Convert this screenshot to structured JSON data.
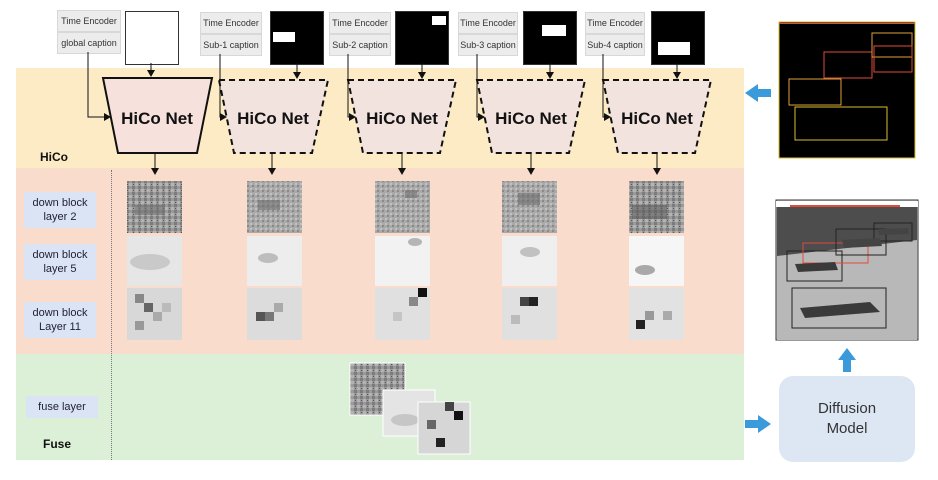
{
  "bands": {
    "hico_title": "HiCo",
    "fuse_title": "Fuse"
  },
  "branches": [
    {
      "encoder": "Time Encoder",
      "caption": "global caption",
      "net": "HiCo Net"
    },
    {
      "encoder": "Time Encoder",
      "caption": "Sub-1 caption",
      "net": "HiCo Net"
    },
    {
      "encoder": "Time Encoder",
      "caption": "Sub-2 caption",
      "net": "HiCo Net"
    },
    {
      "encoder": "Time Encoder",
      "caption": "Sub-3 caption",
      "net": "HiCo Net"
    },
    {
      "encoder": "Time Encoder",
      "caption": "Sub-4 caption",
      "net": "HiCo Net"
    }
  ],
  "row_labels": {
    "l2": [
      "down block",
      "layer 2"
    ],
    "l5": [
      "down block",
      "layer 5"
    ],
    "l11": [
      "down block",
      "Layer 11"
    ],
    "fuse": "fuse layer"
  },
  "diffusion": [
    "Diffusion",
    "Model"
  ],
  "colors": {
    "arrow": "#3b9ad9",
    "hico_band": "#fdebc6",
    "down_band": "#f9dccb",
    "fuse_band": "#dcefd7",
    "layout_box": "#e8d23a",
    "layout_box_red": "#e04b3a"
  }
}
